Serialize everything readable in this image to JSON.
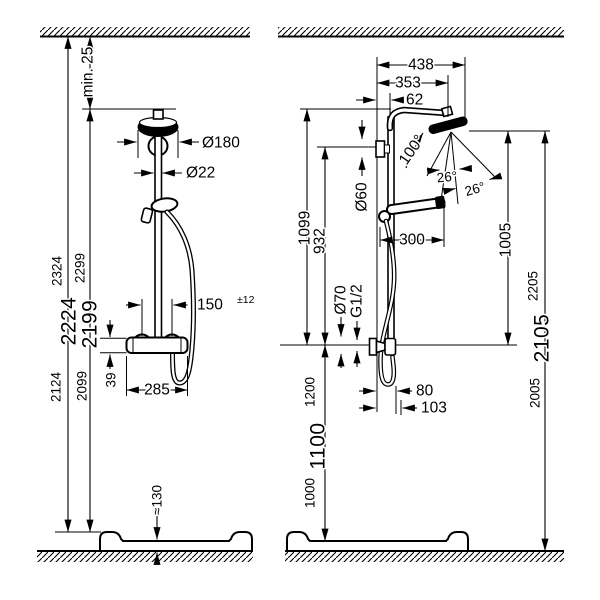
{
  "drawing": {
    "front_view": {
      "ceiling_clearance": "min. 25",
      "overhead_shower_diameter": "Ø180",
      "pipe_diameter": "Ø22",
      "supply_spacing": "150",
      "supply_tolerance": "±12",
      "valve_depth": "39",
      "valve_width": "285",
      "tray_height": "≈130",
      "height_to_ceiling": {
        "max": "2324",
        "nominal": "2224",
        "min": "2124"
      },
      "height_head_top": {
        "max": "2299",
        "nominal": "2199",
        "min": "2099"
      }
    },
    "side_view": {
      "head_reach_overall": "438",
      "head_reach_center": "353",
      "pipe_wall_offset": "62",
      "swivel_angle": "100°",
      "spray_angle_inner": "26°",
      "spray_angle_outer": "26°",
      "wall_flange_diameter": "Ø60",
      "head_to_valve": "1099",
      "supply_to_valve": "932",
      "handshower_reach": "300",
      "valve_flange_diameter": "Ø70",
      "connection_thread": "G1/2",
      "hose_clearance_inner": "80",
      "hose_clearance_outer": "103",
      "valve_height": {
        "max": "1200",
        "nominal": "1100",
        "min": "1000"
      },
      "head_above_valve": "1005",
      "head_height": {
        "max": "2205",
        "nominal": "2105",
        "min": "2005"
      }
    }
  }
}
